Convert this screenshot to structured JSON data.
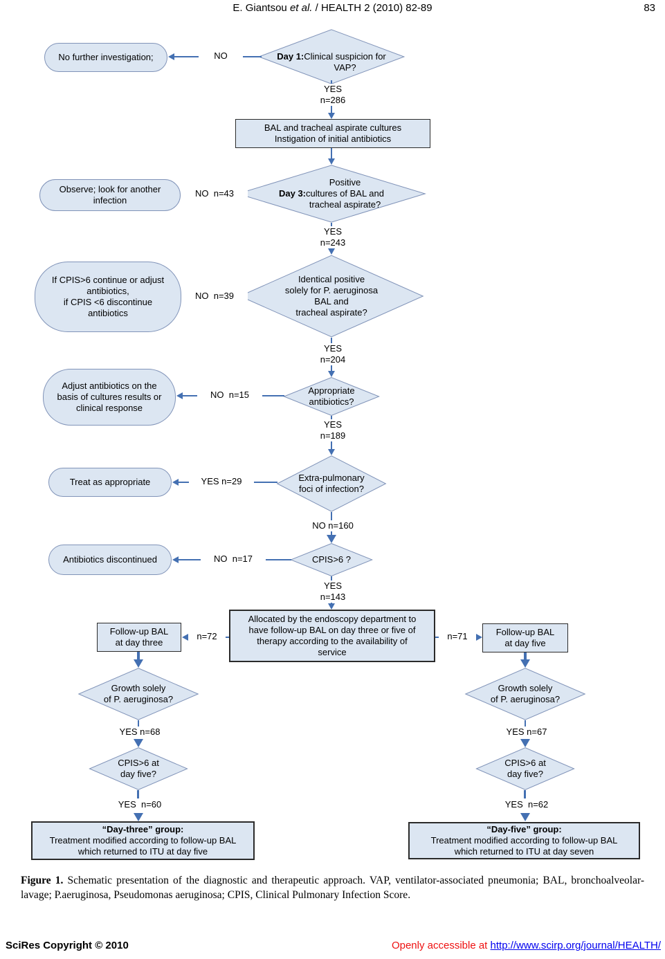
{
  "page": {
    "header": {
      "author": "E. Giantsou ",
      "etal": "et al.",
      "rest": " / HEALTH 2 (2010) 82-89",
      "page_number": "83"
    },
    "caption": {
      "label": "Figure 1.",
      "text": " Schematic presentation of the diagnostic and therapeutic approach. VAP, ventilator-associated pneumonia; BAL, bronchoalveolar-lavage; P.aeruginosa, Pseudomonas aeruginosa; CPIS, Clinical Pulmonary Infection Score."
    },
    "footer": {
      "copyright": "SciRes Copyright © 2010",
      "access_prefix": "Openly accessible at ",
      "journal_url": "http://www.scirp.org/journal/HEALTH/"
    }
  },
  "colors": {
    "shape_fill": "#dce6f2",
    "shape_stroke": "#8093b8",
    "arrow_blue": "#4470b2",
    "link_blue": "#0000ee",
    "access_red": "#ee1111"
  },
  "flowchart": {
    "nodes": {
      "d1": {
        "bold": "Day 1:",
        "rest": "\nClinical suspicion for\nVAP?"
      },
      "o1": {
        "text": "No further investigation;"
      },
      "b1": {
        "text": "BAL and tracheal aspirate cultures\nInstigation of initial antibiotics"
      },
      "d2": {
        "bold": "Day 3:",
        "rest": " Positive\ncultures of BAL and\ntracheal aspirate?"
      },
      "o2": {
        "text": "Observe; look for another\ninfection"
      },
      "d3": {
        "text": "Identical positive\nsolely for P. aeruginosa\nBAL and\ntracheal aspirate?"
      },
      "o3": {
        "text": "If CPIS>6 continue or adjust\nantibiotics,\nif CPIS <6 discontinue\nantibiotics"
      },
      "d4": {
        "text": "Appropriate\nantibiotics?"
      },
      "o4": {
        "text": "Adjust antibiotics on the\nbasis of cultures results or\nclinical response"
      },
      "d5": {
        "text": "Extra-pulmonary\nfoci of infection?"
      },
      "o5": {
        "text": "Treat as appropriate"
      },
      "d6": {
        "text": "CPIS>6 ?"
      },
      "o6": {
        "text": "Antibiotics discontinued"
      },
      "b2": {
        "text": "Allocated by the endoscopy department to\nhave follow-up BAL on day three or five of\ntherapy according to the availability of\nservice"
      },
      "b3": {
        "text": "Follow-up BAL\nat day three"
      },
      "b5": {
        "text": "Follow-up BAL\nat day five"
      },
      "d7": {
        "text": "Growth solely\nof P. aeruginosa?"
      },
      "d8": {
        "text": "CPIS>6 at\nday five?"
      },
      "d9": {
        "text": "Growth solely\nof P. aeruginosa?"
      },
      "d10": {
        "text": "CPIS>6 at\nday five?"
      },
      "b4": {
        "title": "“Day-three” group:",
        "body": "\nTreatment modified according to follow-up BAL\nwhich returned to ITU at day five"
      },
      "b6": {
        "title": "“Day-five” group:",
        "body": "\nTreatment modified according to follow-up BAL\nwhich returned to ITU at day seven"
      }
    },
    "labels": {
      "no1": "NO",
      "yes1": "YES\nn=286",
      "no2": "NO  n=43",
      "yes2": "YES\nn=243",
      "no3": "NO  n=39",
      "yes3": "YES\nn=204",
      "no4": "NO  n=15",
      "yes4": "YES\nn=189",
      "yes5": "YES n=29",
      "no5": "NO n=160",
      "no6": "NO  n=17",
      "yes6": "YES\nn=143",
      "n72": "n=72",
      "n71": "n=71",
      "yes7": "YES n=68",
      "yes8": "YES  n=60",
      "yes9": "YES n=67",
      "yes10": "YES  n=62"
    }
  }
}
